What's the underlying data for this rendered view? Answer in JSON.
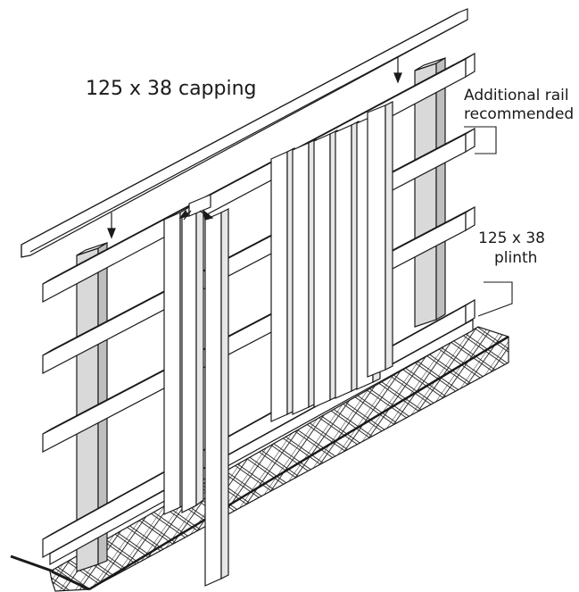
{
  "labels": {
    "capping": "125 x 38 capping",
    "rail_line1": "Additional rail",
    "rail_line2": "recommended",
    "plinth_line1": "125 x 38",
    "plinth_line2": "plinth"
  },
  "colors": {
    "line": "#1a1a1a",
    "post_fill": "#d9d9d9",
    "timber_fill": "#ffffff",
    "ground_fill": "#ffffff"
  }
}
